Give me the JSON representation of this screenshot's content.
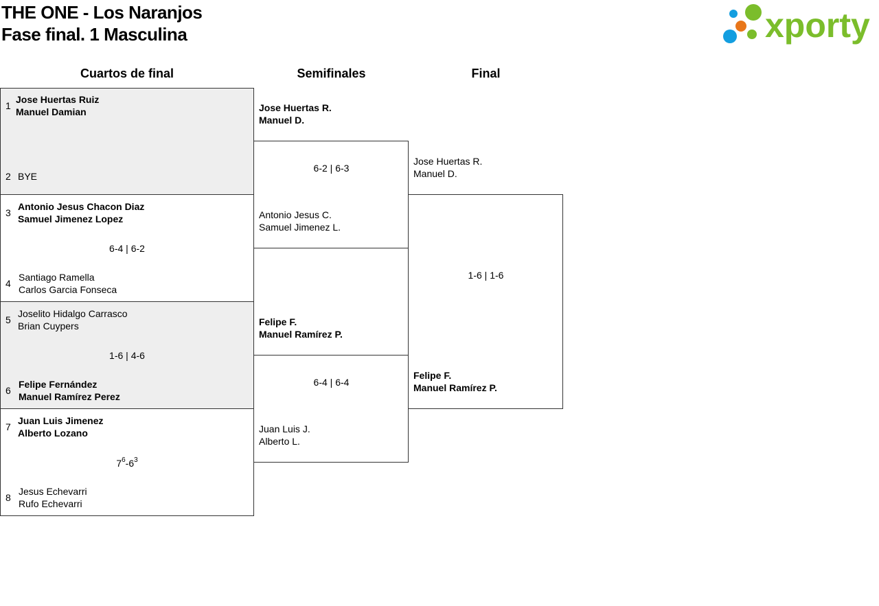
{
  "header": {
    "title_line1": "THE ONE - Los Naranjos",
    "title_line2": "Fase final. 1 Masculina",
    "logo_text": "xporty",
    "logo_colors": {
      "green": "#7bbd2b",
      "orange": "#e8761a",
      "blue": "#139ee0"
    }
  },
  "rounds": {
    "qf": "Cuartos de final",
    "sf": "Semifinales",
    "final": "Final"
  },
  "quarterfinals": [
    {
      "top": {
        "seed": "1",
        "p1": "Jose Huertas Ruiz",
        "p2": "Manuel Damian"
      },
      "bottom": {
        "seed": "2",
        "p1": "BYE",
        "p2": ""
      },
      "score": ""
    },
    {
      "top": {
        "seed": "3",
        "p1": "Antonio Jesus Chacon Diaz",
        "p2": "Samuel Jimenez Lopez"
      },
      "bottom": {
        "seed": "4",
        "p1": "Santiago Ramella",
        "p2": "Carlos Garcia Fonseca"
      },
      "score": "6-4 | 6-2"
    },
    {
      "top": {
        "seed": "5",
        "p1": "Joselito Hidalgo Carrasco",
        "p2": "Brian Cuypers"
      },
      "bottom": {
        "seed": "6",
        "p1": "Felipe Fernández",
        "p2": "Manuel Ramírez Perez"
      },
      "score": "1-6 | 4-6"
    },
    {
      "top": {
        "seed": "7",
        "p1": "Juan Luis Jimenez",
        "p2": "Alberto Lozano"
      },
      "bottom": {
        "seed": "8",
        "p1": "Jesus Echevarri",
        "p2": "Rufo Echevarri"
      },
      "score": {
        "a": "7",
        "a_tb": "6",
        "sep": "-6",
        "b_tb": "3"
      }
    }
  ],
  "semifinals": [
    {
      "top": {
        "p1": "Jose Huertas R.",
        "p2": "Manuel D."
      },
      "bottom": {
        "p1": "Antonio Jesus C.",
        "p2": "Samuel Jimenez L."
      },
      "score": "6-2 | 6-3"
    },
    {
      "top": {
        "p1": "Felipe F.",
        "p2": "Manuel Ramírez P."
      },
      "bottom": {
        "p1": "Juan Luis J.",
        "p2": "Alberto L."
      },
      "score": "6-4 | 6-4"
    }
  ],
  "final": {
    "top": {
      "p1": "Jose Huertas R.",
      "p2": "Manuel D."
    },
    "bottom": {
      "p1": "Felipe F.",
      "p2": "Manuel Ramírez P."
    },
    "score": "1-6 | 1-6"
  }
}
